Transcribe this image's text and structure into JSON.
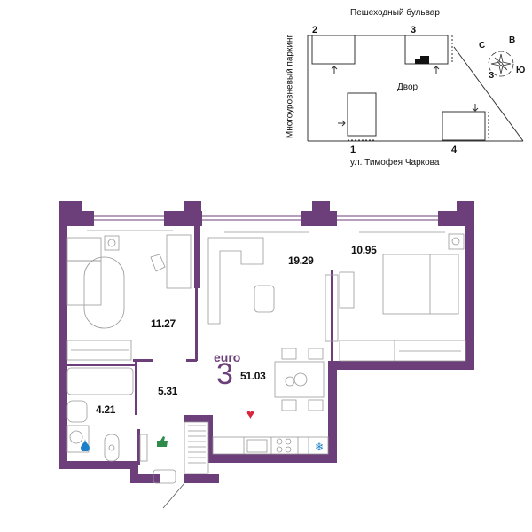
{
  "site_plan": {
    "top_street": "Пешеходный бульвар",
    "bottom_street": "ул. Тимофея Чаркова",
    "left_label": "Многоуровневый паркинг",
    "courtyard": "Двор",
    "buildings": [
      "1",
      "2",
      "3",
      "4"
    ],
    "compass": {
      "north": "С",
      "east": "В",
      "south": "Ю",
      "west": "З"
    }
  },
  "apartment": {
    "type_prefix": "euro",
    "rooms": "3",
    "total_area": "51.03",
    "room_areas": {
      "bedroom_left": "11.27",
      "living_room": "19.29",
      "bedroom_right": "10.95",
      "hallway": "5.31",
      "bathroom": "4.21"
    }
  },
  "colors": {
    "wall": "#6d3f7a",
    "line": "#888888",
    "heart": "#d7263d",
    "thumb": "#2e8b4a",
    "drop": "#1e7fc9"
  }
}
